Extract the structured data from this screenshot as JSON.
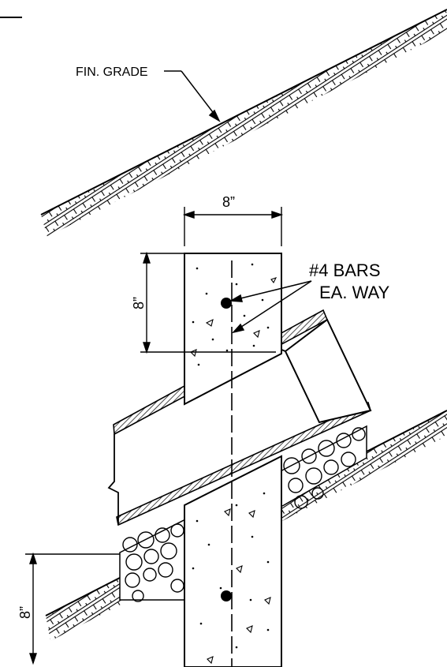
{
  "labels": {
    "finish_grade": "FIN. GRADE",
    "bars_line1": "#4 BARS",
    "bars_line2": "EA. WAY",
    "width_dim": "8”",
    "top_height_dim": "8”",
    "bottom_height_dim": "8”"
  }
}
